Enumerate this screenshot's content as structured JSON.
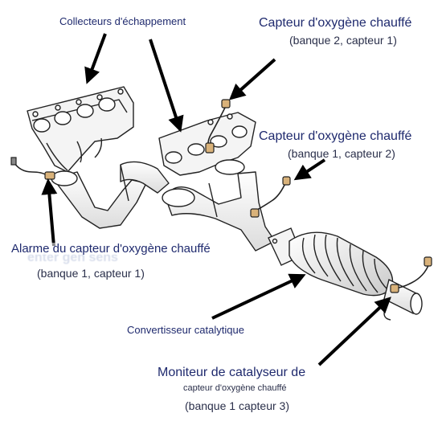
{
  "labels": {
    "exhaust_manifold": "Collecteurs d'échappement",
    "o2_b2s1_title": "Capteur d'oxygène chauffé",
    "o2_b2s1_sub": "(banque 2, capteur 1)",
    "o2_b1s2_title": "Capteur d'oxygène chauffé",
    "o2_b1s2_sub": "(banque 1, capteur 2)",
    "o2_b1s1_title": "Alarme du capteur d'oxygène chauffé",
    "o2_b1s1_sub": "(banque 1, capteur 1)",
    "catalytic_converter": "Convertisseur catalytique",
    "cat_monitor_title": "Moniteur de catalyseur de",
    "cat_monitor_mid": "capteur d'oxygène chauffé",
    "cat_monitor_sub": "(banque 1 capteur 3)"
  },
  "colors": {
    "label_text": "#1f2a6e",
    "line_art": "#222222",
    "part_fill": "#f2f2f2",
    "sensor_tint": "#d9b27a"
  }
}
